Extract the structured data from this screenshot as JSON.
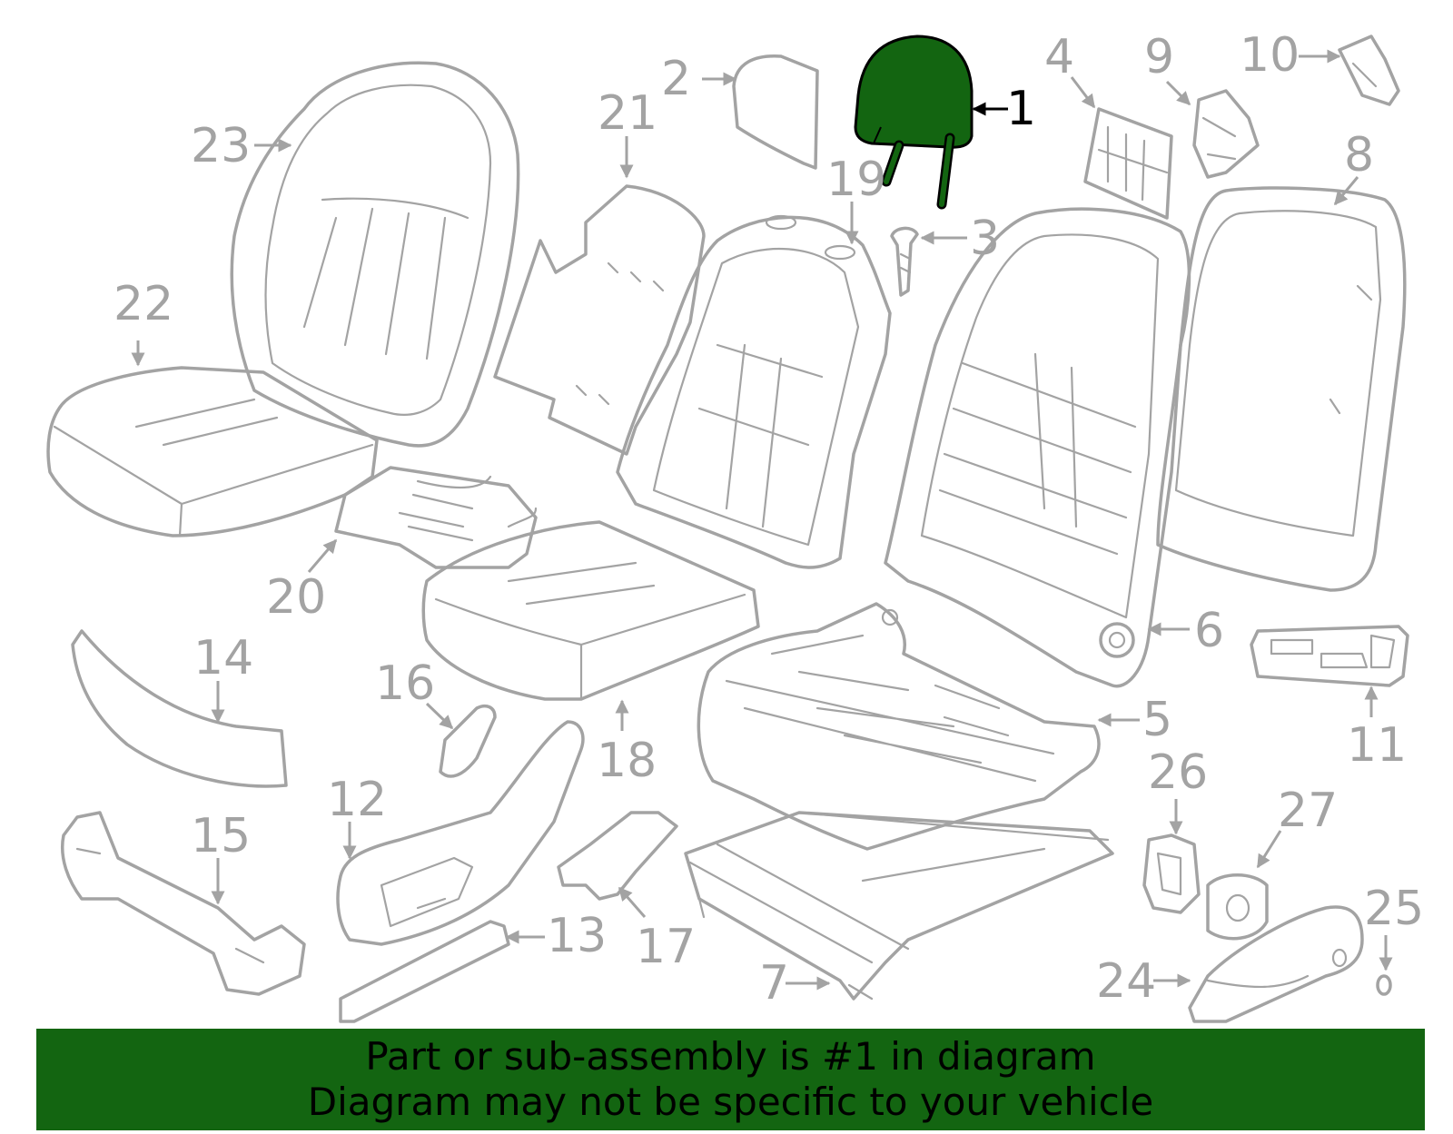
{
  "colors": {
    "line": "#a3a3a3",
    "highlight_fill": "#136511",
    "highlight_label": "#000000",
    "banner_background": "#136511",
    "banner_text": "#000000"
  },
  "highlighted_part": "1",
  "callouts": [
    "1",
    "2",
    "3",
    "4",
    "5",
    "6",
    "7",
    "8",
    "9",
    "10",
    "11",
    "12",
    "13",
    "14",
    "15",
    "16",
    "17",
    "18",
    "19",
    "20",
    "21",
    "22",
    "23",
    "24",
    "25",
    "26",
    "27"
  ],
  "banner": {
    "line1": "Part or sub-assembly is #1 in diagram",
    "line2": "Diagram may not be specific to your vehicle"
  }
}
